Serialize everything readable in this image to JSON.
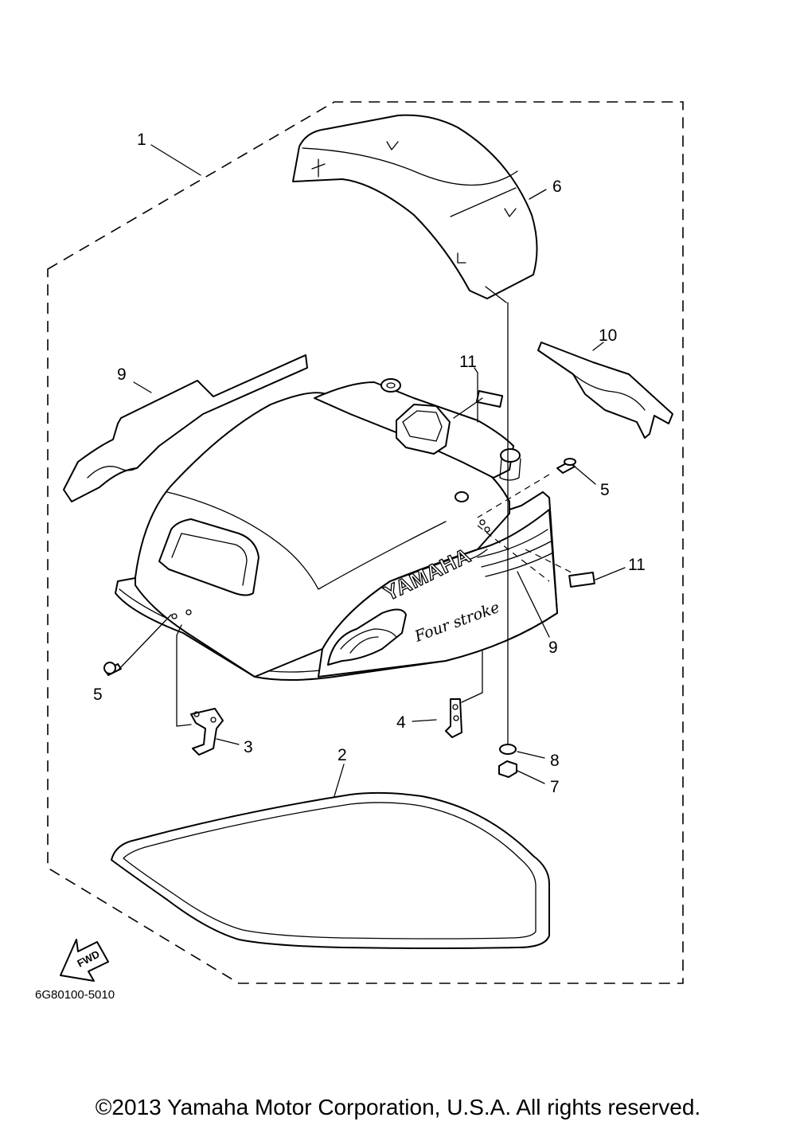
{
  "diagram": {
    "callouts": {
      "c1": "1",
      "c2": "2",
      "c3": "3",
      "c4": "4",
      "c5a": "5",
      "c5b": "5",
      "c6": "6",
      "c7": "7",
      "c8": "8",
      "c9a": "9",
      "c9b": "9",
      "c10": "10",
      "c11a": "11",
      "c11b": "11"
    },
    "cowl_logo": "YAMAHA",
    "cowl_script": "Four stroke",
    "fwd_label": "FWD",
    "reference_code": "6G80100-5010"
  },
  "footer": {
    "copyright": "©2013 Yamaha Motor Corporation, U.S.A. All rights reserved."
  }
}
